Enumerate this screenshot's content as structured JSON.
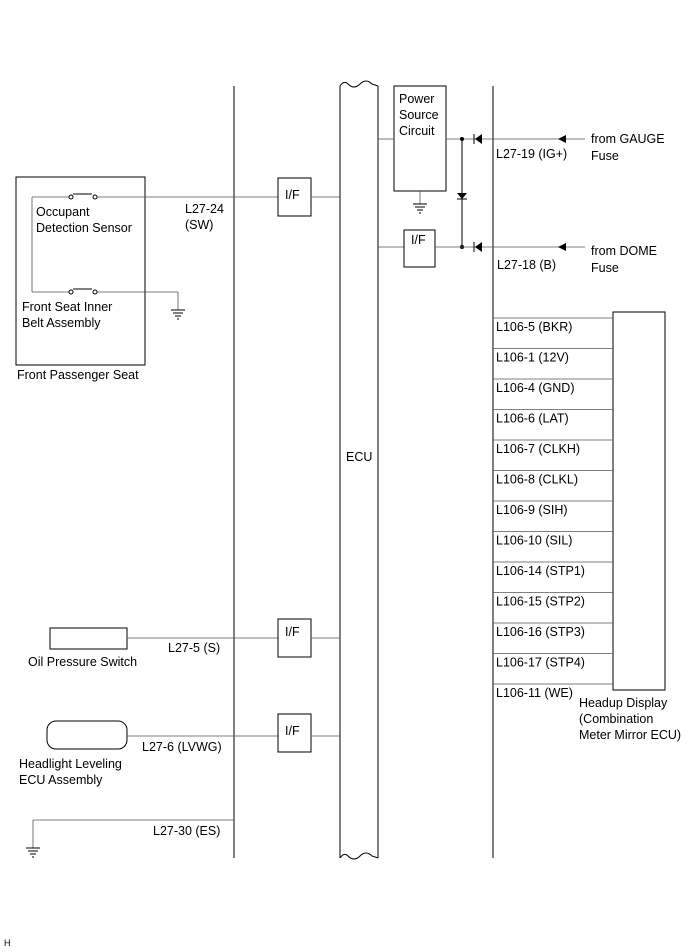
{
  "ecu_label": "ECU",
  "power_source_lines": [
    "Power",
    "Source",
    "Circuit"
  ],
  "interface_label": "I/F",
  "ig_terminal": "L27-19 (IG+)",
  "ig_source": [
    "from GAUGE",
    "Fuse"
  ],
  "b_terminal": "L27-18 (B)",
  "b_source": [
    "from DOME",
    "Fuse"
  ],
  "seat": {
    "box_label": "Front Passenger Seat",
    "sensor_lines": [
      "Occupant",
      "Detection Sensor"
    ],
    "belt_lines": [
      "Front Seat Inner",
      "Belt Assembly"
    ],
    "wire_lines": [
      "L27-24",
      "(SW)"
    ]
  },
  "oil": {
    "label": "Oil Pressure Switch",
    "wire": "L27-5 (S)"
  },
  "headlight": {
    "label_lines": [
      "Headlight Leveling",
      "ECU Assembly"
    ],
    "wire": "L27-6 (LVWG)"
  },
  "ground_wire": "L27-30 (ES)",
  "hud": {
    "label_lines": [
      "Headup Display",
      "(Combination",
      "Meter Mirror ECU)"
    ],
    "terminals": [
      "L106-5 (BKR)",
      "L106-1 (12V)",
      "L106-4 (GND)",
      "L106-6 (LAT)",
      "L106-7 (CLKH)",
      "L106-8 (CLKL)",
      "L106-9 (SIH)",
      "L106-10 (SIL)",
      "L106-14 (STP1)",
      "L106-15 (STP2)",
      "L106-16 (STP3)",
      "L106-17 (STP4)",
      "L106-11 (WE)"
    ]
  },
  "corner_mark": "H"
}
